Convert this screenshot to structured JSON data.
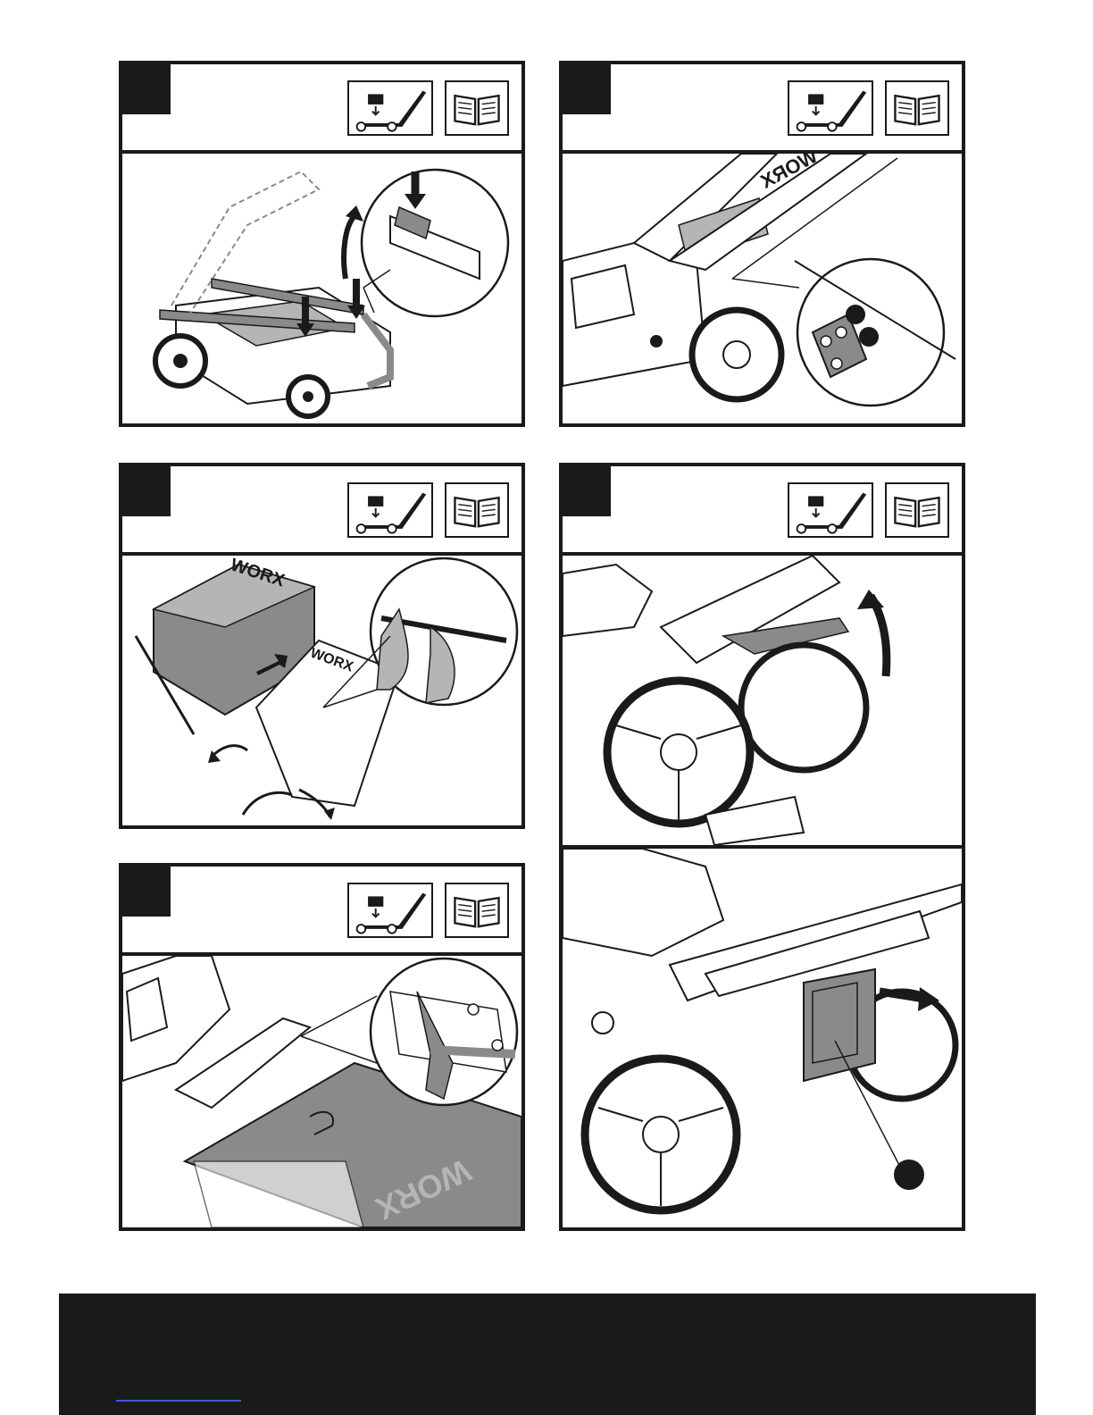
{
  "panels": [
    {
      "id": "handle-unfold",
      "logo": ""
    },
    {
      "id": "handle-height",
      "logo": "WORX"
    },
    {
      "id": "grass-bag-assembly",
      "logo": "WORX"
    },
    {
      "id": "side-discharge-flap",
      "logo": "",
      "callout": ""
    },
    {
      "id": "grass-bag-fit",
      "logo": "WORX"
    }
  ],
  "icons": {
    "mower": "mower-assembly-icon",
    "book": "read-manual-icon"
  },
  "colors": {
    "ink": "#1a1a1a",
    "shade": "#8a8a8a",
    "light_shade": "#b5b5b5",
    "footer": "#1a1a1a",
    "link": "#3b5bd8"
  }
}
